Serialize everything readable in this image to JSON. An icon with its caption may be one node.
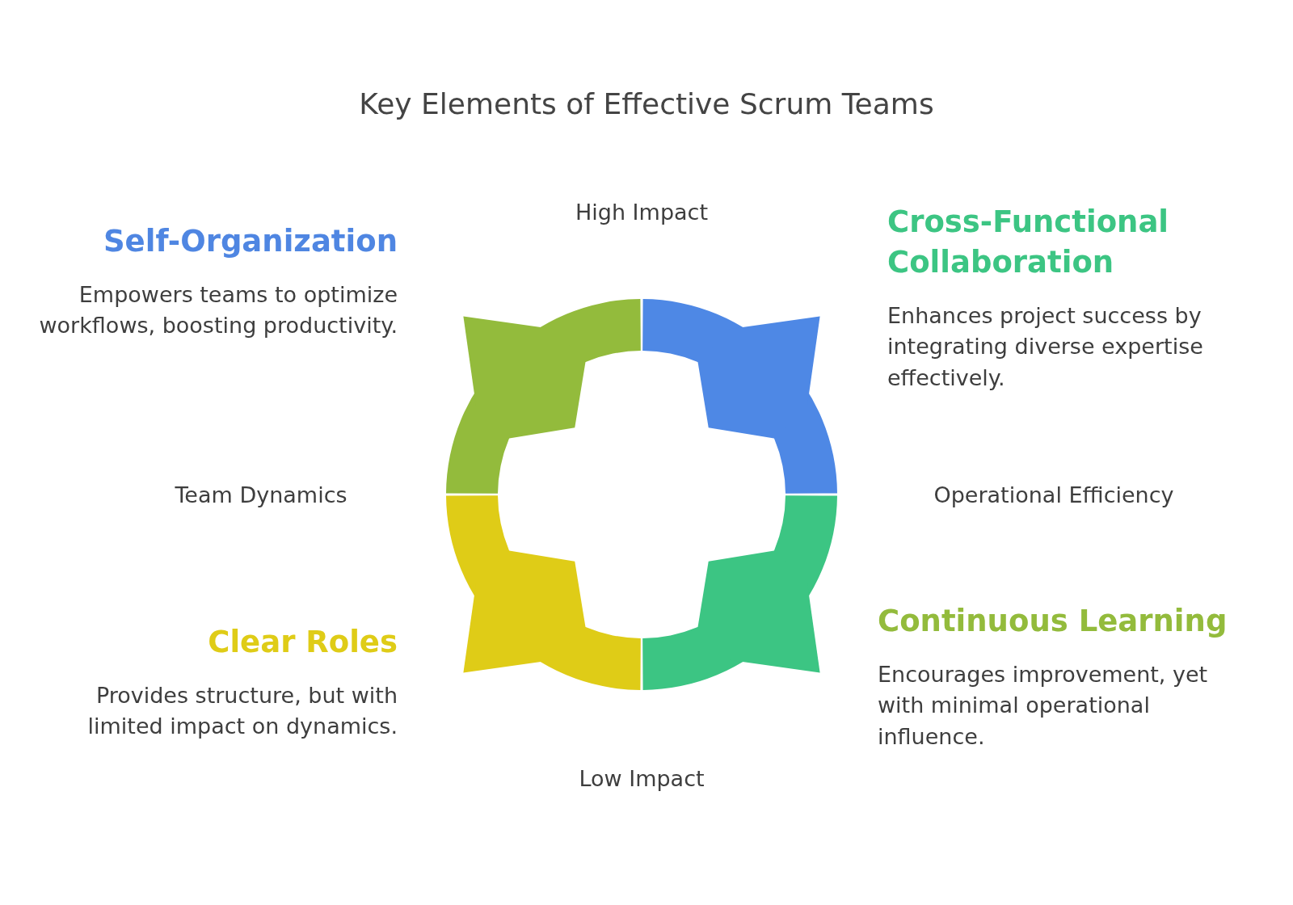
{
  "diagram": {
    "title": "Key Elements of Effective Scrum Teams",
    "nodes": [
      {
        "text": [
          "Self-Organization",
          "Empowers teams to optimize workflows, boosting productivity."
        ]
      },
      {
        "text": [
          "Cross-Functional Collaboration",
          "Enhances project success by integrating diverse expertise effectively."
        ]
      },
      {
        "text": [
          "Clear Roles",
          "Provides structure, but with limited impact on dynamics."
        ]
      },
      {
        "text": [
          "Continuous Learning",
          "Encourages improvement, yet with minimal operational influence."
        ]
      }
    ],
    "labels": [
      "High Impact",
      "Team Dynamics",
      "Operational Efficiency",
      "Low Impact"
    ]
  }
}
